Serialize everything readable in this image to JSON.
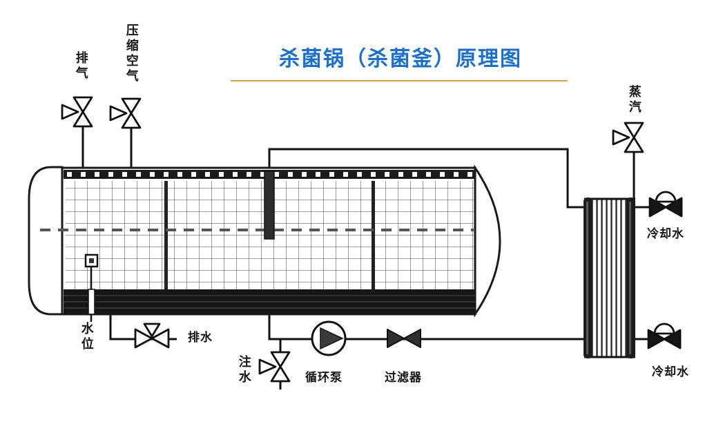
{
  "title": "杀菌锅（杀菌釜）原理图",
  "labels": {
    "exhaust": "排气",
    "compressed_air": "压缩空气",
    "steam": "蒸汽",
    "cooling_water_top": "冷却水",
    "cooling_water_bottom": "冷却水",
    "water_level": "水位",
    "water_inlet": "注水",
    "drain": "排水",
    "circulation_pump": "循环泵",
    "filter": "过滤器"
  },
  "colors": {
    "title_blue": "#1a6fd0",
    "underline_orange": "#d9a33e",
    "diagram_ink": "#111111"
  }
}
